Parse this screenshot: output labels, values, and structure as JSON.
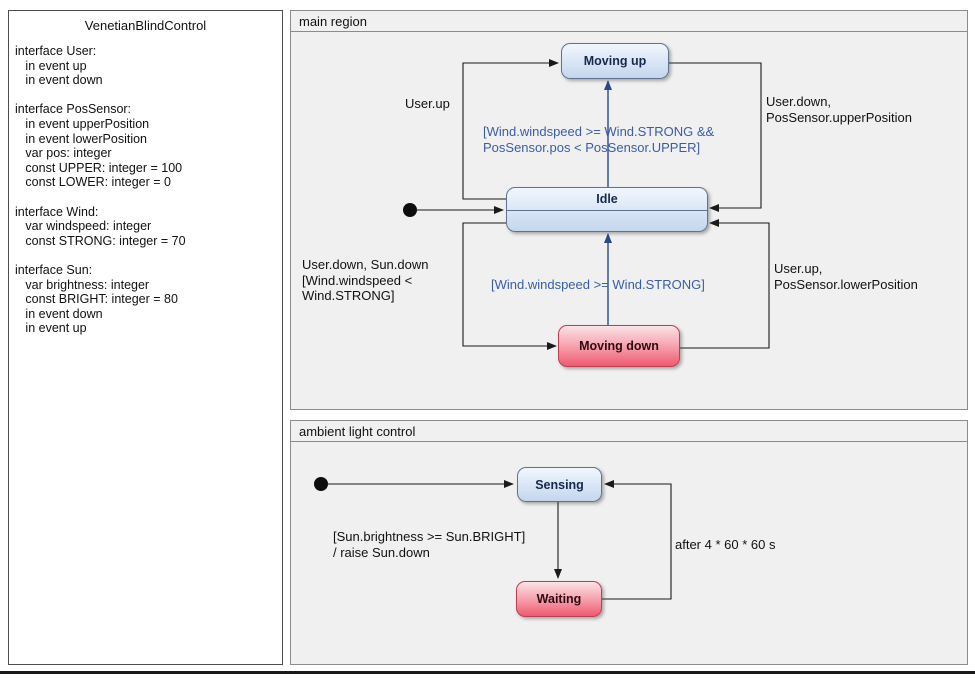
{
  "declarations": {
    "title": "VenetianBlindControl",
    "lines": [
      "interface User:",
      "   in event up",
      "   in event down",
      "",
      "interface PosSensor:",
      "   in event upperPosition",
      "   in event lowerPosition",
      "   var pos: integer",
      "   const UPPER: integer = 100",
      "   const LOWER: integer = 0",
      "",
      "interface Wind:",
      "   var windspeed: integer",
      "   const STRONG: integer = 70",
      "",
      "interface Sun:",
      "   var brightness: integer",
      "   const BRIGHT: integer = 80",
      "   in event down",
      "   in event up"
    ]
  },
  "main_region": {
    "title": "main region",
    "states": {
      "moving_up": "Moving up",
      "idle": "Idle",
      "moving_down": "Moving down"
    },
    "labels": {
      "user_up": "User.up",
      "wind_strong_guard_up": "[Wind.windspeed >= Wind.STRONG &&\nPosSensor.pos < PosSensor.UPPER]",
      "to_idle_from_up": "User.down,\nPosSensor.upperPosition",
      "user_down": "User.down, Sun.down\n[Wind.windspeed <\nWind.STRONG]",
      "wind_strong_guard_down": "[Wind.windspeed >= Wind.STRONG]",
      "to_idle_from_down": "User.up,\nPosSensor.lowerPosition"
    }
  },
  "ambient_region": {
    "title": "ambient light control",
    "states": {
      "sensing": "Sensing",
      "waiting": "Waiting"
    },
    "labels": {
      "brightness_guard": "[Sun.brightness >= Sun.BRIGHT]\n/ raise Sun.down",
      "after_timer": "after 4 * 60 * 60 s"
    }
  },
  "colors": {
    "state_blue_border": "#5f7390",
    "state_red_border": "#c23b52",
    "transition_black": "#1a1a1a",
    "transition_blue": "#2a4a8c",
    "guard_text_blue": "#3a5da8",
    "region_background": "#f0f0f0"
  }
}
